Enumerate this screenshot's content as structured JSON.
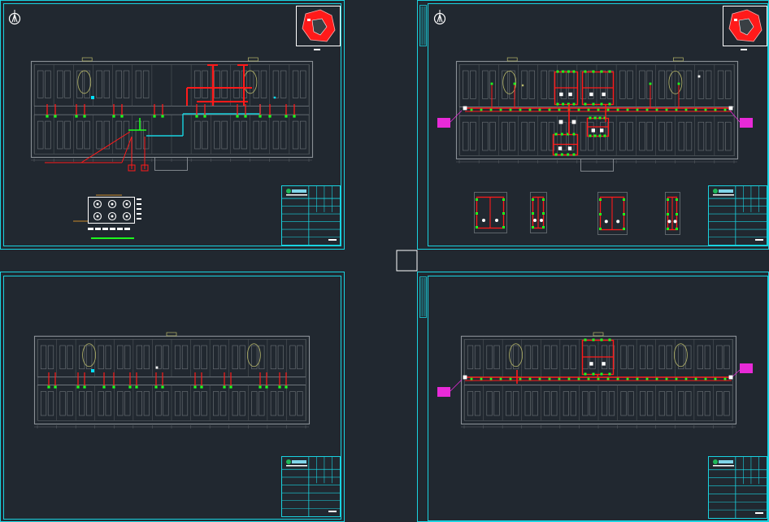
{
  "colors": {
    "background": "#212830",
    "sheet_frame": "#19d3e0",
    "wall_lines": "#8a9096",
    "pipe_red": "#ff1a1a",
    "device_green": "#1dff1d",
    "annotation_magenta": "#e82ad8",
    "device_white": "#ffffff",
    "grid_yellow": "#b8b86a"
  },
  "icons": {
    "north_arrow": "north-arrow-icon",
    "key_plan": "key-plan-thumbnail"
  },
  "sheets": [
    {
      "id": "sheet-top-left",
      "content": [
        "floor-plan-with-feeder-route",
        "equipment-bay-detail"
      ]
    },
    {
      "id": "sheet-top-right",
      "content": [
        "floor-plan-with-main-pipe-run",
        "enlarged-room-details"
      ]
    },
    {
      "id": "sheet-bottom-left",
      "content": [
        "floor-plan-drops-only"
      ]
    },
    {
      "id": "sheet-bottom-right",
      "content": [
        "floor-plan-with-main-pipe-run"
      ]
    }
  ]
}
